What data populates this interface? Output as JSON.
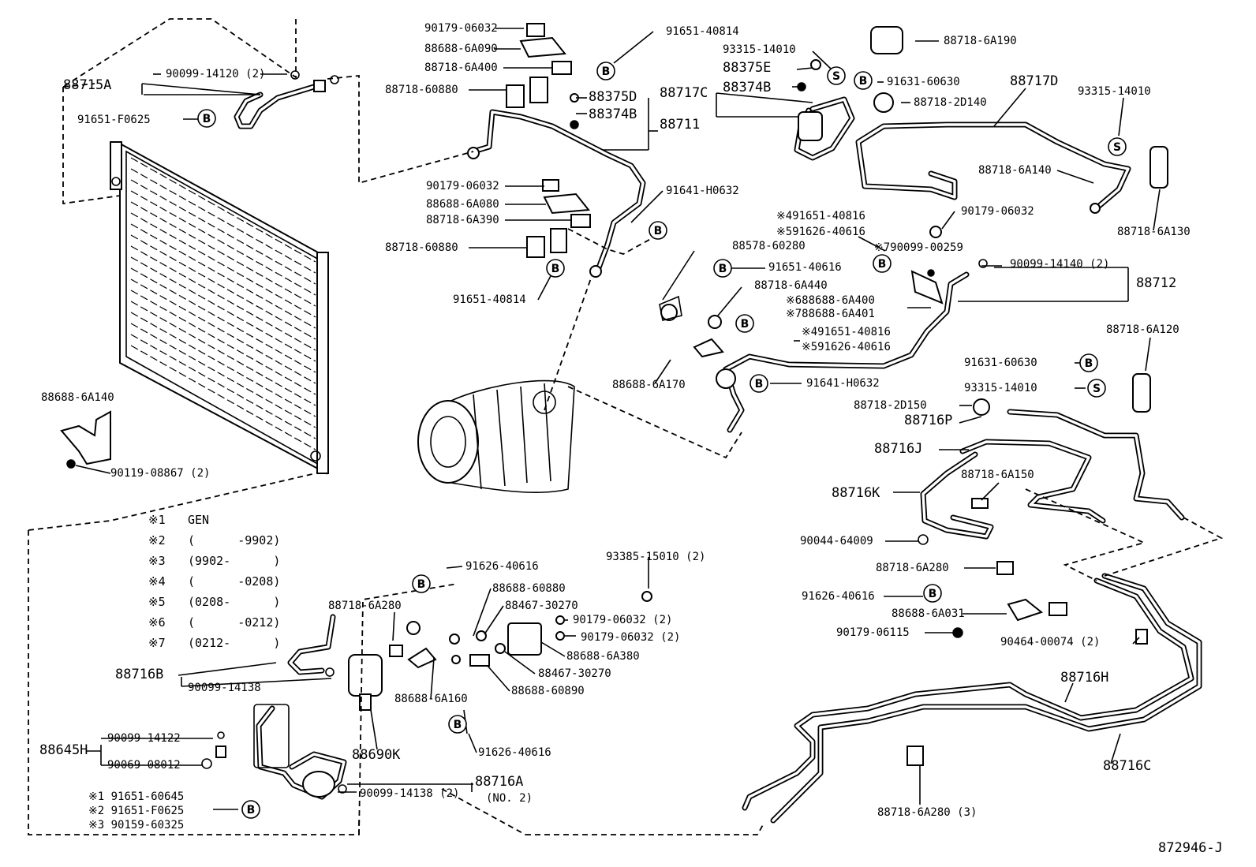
{
  "figure_id": "872946-J",
  "circle_symbols": {
    "bolt": "B",
    "screw": "S"
  },
  "notes": [
    {
      "mark": "※1",
      "text": "GEN"
    },
    {
      "mark": "※2",
      "text": "(      -9902)"
    },
    {
      "mark": "※3",
      "text": "(9902-      )"
    },
    {
      "mark": "※4",
      "text": "(      -0208)"
    },
    {
      "mark": "※5",
      "text": "(0208-      )"
    },
    {
      "mark": "※6",
      "text": "(      -0212)"
    },
    {
      "mark": "※7",
      "text": "(0212-      )"
    }
  ],
  "labels": {
    "p88715A": "88715A",
    "p90099_14120": "90099-14120 (2)",
    "p91651_F0625_top": "91651-F0625",
    "p88688_6A140": "88688-6A140",
    "p90119_08867": "90119-08867 (2)",
    "p90179_06032_a": "90179-06032",
    "p88688_6A090": "88688-6A090",
    "p88718_6A400": "88718-6A400",
    "p88718_60880_a": "88718-60880",
    "p88375D": "88375D",
    "p88374B_a": "88374B",
    "p88711": "88711",
    "p91651_40814_a": "91651-40814",
    "p88717C": "88717C",
    "p90179_06032_b": "90179-06032",
    "p88688_6A080": "88688-6A080",
    "p88718_6A390": "88718-6A390",
    "p88718_60880_b": "88718-60880",
    "p91651_40814_b": "91651-40814",
    "p91641_H0632_a": "91641-H0632",
    "p93315_14010_a": "93315-14010",
    "p88375E": "88375E",
    "p88374B_b": "88374B",
    "p88718_6A190": "88718-6A190",
    "p91631_60630_a": "91631-60630",
    "p88718_2D140": "88718-2D140",
    "p88717D": "88717D",
    "p93315_14010_b": "93315-14010",
    "p88718_6A140": "88718-6A140",
    "p88718_6A130": "88718-6A130",
    "p90179_06032_c": "90179-06032",
    "p4_91651_40816_a": "※491651-40816",
    "p5_91626_40616_a": "※591626-40616",
    "p7_90099_00259": "※790099-00259",
    "p88578_60280": "88578-60280",
    "p91651_40616": "91651-40616",
    "p90099_14140": "90099-14140 (2)",
    "p88712": "88712",
    "p88718_6A440": "88718-6A440",
    "p6_88688_6A400": "※688688-6A400",
    "p7_88688_6A401": "※788688-6A401",
    "p4_91651_40816_b": "※491651-40816",
    "p5_91626_40616_b": "※591626-40616",
    "p88718_6A120": "88718-6A120",
    "p91631_60630_b": "91631-60630",
    "p93315_14010_c": "93315-14010",
    "p88688_6A170": "88688-6A170",
    "p91641_H0632_b": "91641-H0632",
    "p88718_2D150": "88718-2D150",
    "p88716P": "88716P",
    "p88716J": "88716J",
    "p88718_6A150": "88718-6A150",
    "p88716K": "88716K",
    "p90044_64009": "90044-64009",
    "p88718_6A280_a": "88718-6A280",
    "p91626_40616_a": "91626-40616",
    "p88688_6A031": "88688-6A031",
    "p90179_06115": "90179-06115",
    "p90464_00074": "90464-00074 (2)",
    "p88716H": "88716H",
    "p88716C": "88716C",
    "p88718_6A280_b": "88718-6A280 (3)",
    "p91626_40616_b": "91626-40616",
    "p88688_60880": "88688-60880",
    "p88467_30270_a": "88467-30270",
    "p93385_15010": "93385-15010 (2)",
    "p90179_06032_d": "90179-06032 (2)",
    "p90179_06032_e": "90179-06032 (2)",
    "p88688_6A380": "88688-6A380",
    "p88467_30270_b": "88467-30270",
    "p88688_60890": "88688-60890",
    "p88718_6A280_c": "88718-6A280",
    "p88688_6A160": "88688-6A160",
    "p88716B": "88716B",
    "p90099_14138_a": "90099-14138",
    "p88690K": "88690K",
    "p91626_40616_c": "91626-40616",
    "p88645H": "88645H",
    "p90099_14122": "90099-14122",
    "p90069_08012": "90069-08012",
    "p88716A": "88716A",
    "p88716A_no": "(NO. 2)",
    "p90099_14138_b": "90099-14138 (2)",
    "p1_91651_60645": "※1 91651-60645",
    "p2_91651_F0625": "※2 91651-F0625",
    "p3_90159_60325": "※3 90159-60325"
  }
}
